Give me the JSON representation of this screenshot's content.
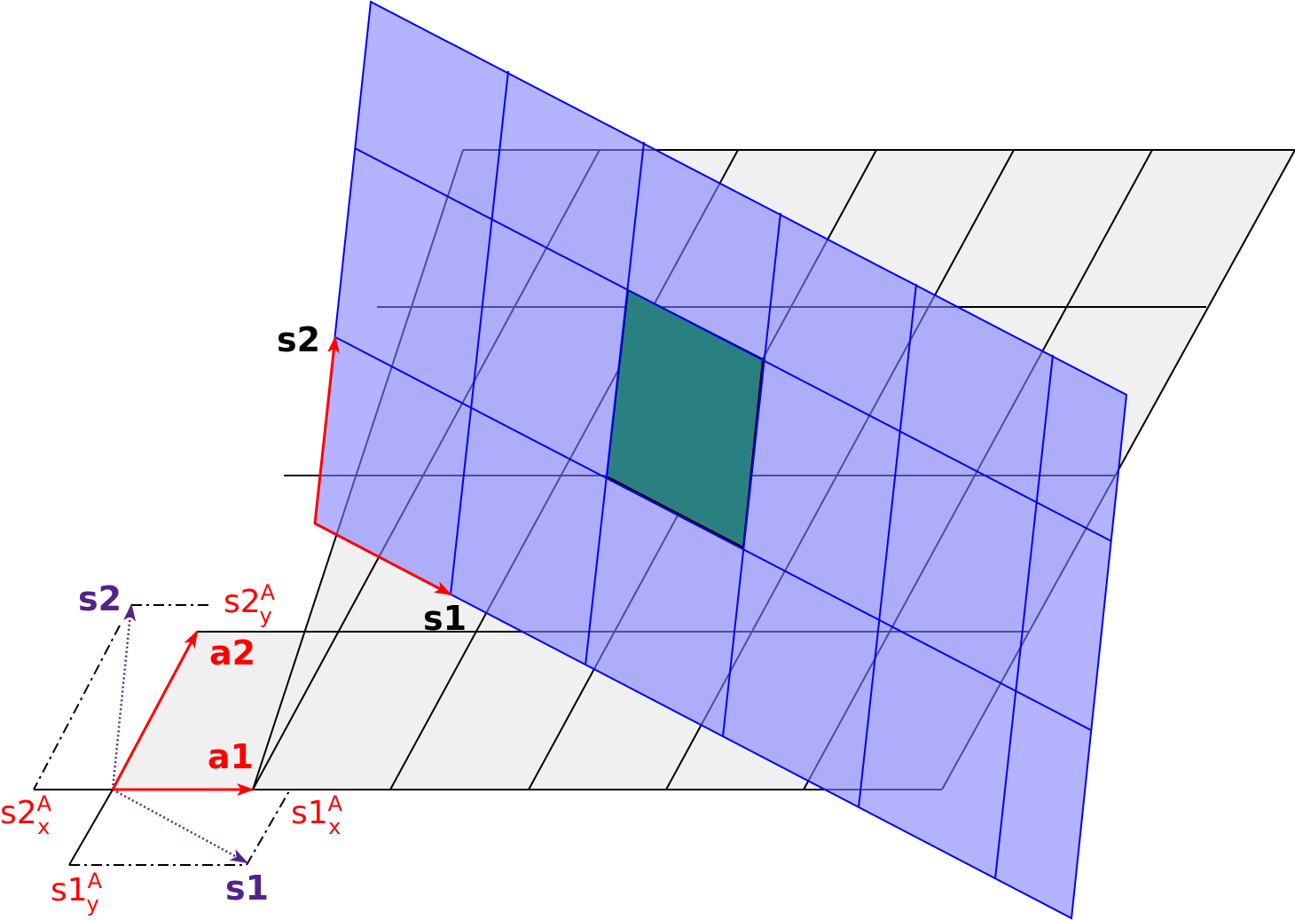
{
  "labels": {
    "s2_black": "s2",
    "s1_black": "s1",
    "s2_purple": "s2",
    "s1_purple": "s1",
    "a2": "a2",
    "a1": "a1",
    "s2Ay": {
      "base": "s2",
      "sup": "A",
      "sub": "y"
    },
    "s2Ax": {
      "base": "s2",
      "sup": "A",
      "sub": "x"
    },
    "s1Ax": {
      "base": "s1",
      "sup": "A",
      "sub": "x"
    },
    "s1Ay": {
      "base": "s1",
      "sup": "A",
      "sub": "y"
    }
  },
  "colors": {
    "grid_fill": "#f0f0f0",
    "grid_line": "#000000",
    "super_fill": "#8080ff",
    "super_line": "#0000ff",
    "cell_fill": "#2a8080",
    "red": "#ff0000",
    "purple": "#55228a"
  }
}
